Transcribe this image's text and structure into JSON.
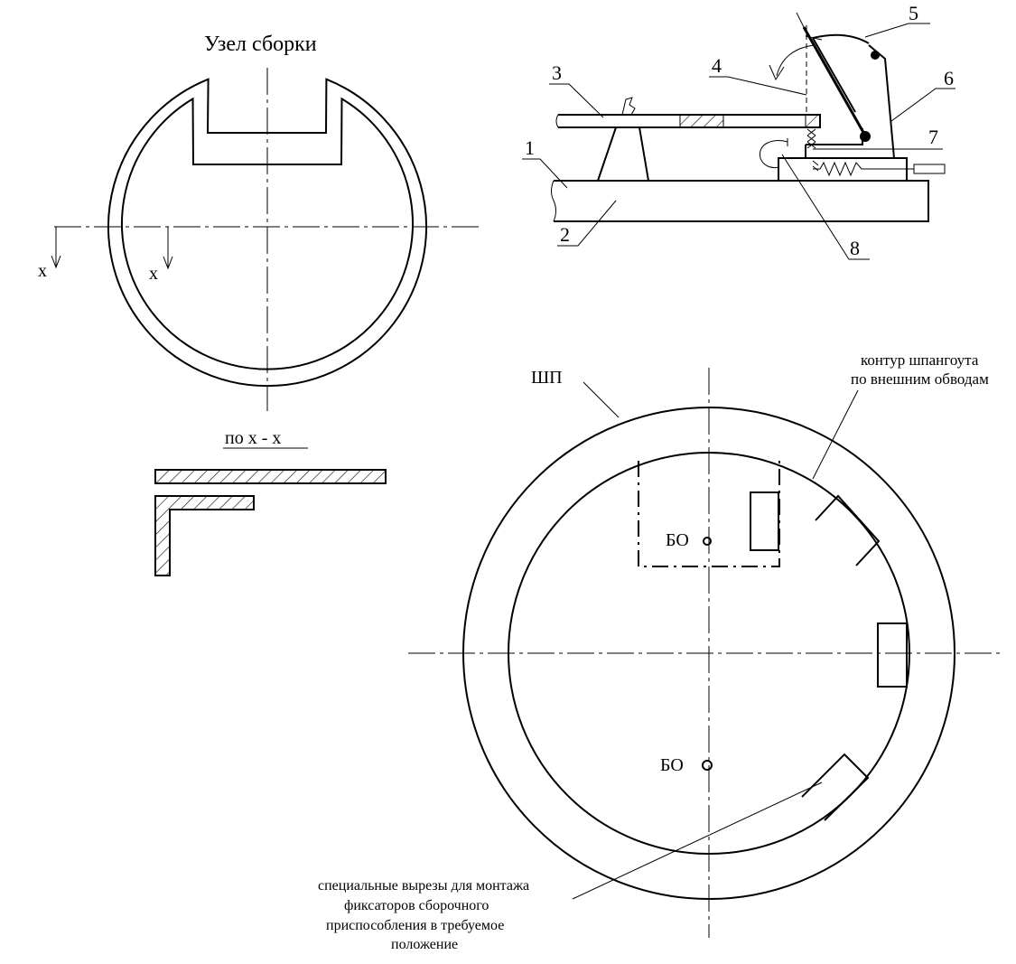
{
  "assembly_view": {
    "title": "Узел сборки",
    "section_mark_left": "х",
    "section_mark_right": "х"
  },
  "section_view": {
    "title": "по  х - х"
  },
  "fixture": {
    "callouts": [
      "1",
      "2",
      "3",
      "4",
      "5",
      "6",
      "7",
      "8"
    ]
  },
  "frame_plate": {
    "label": "ШП",
    "contour_label_line1": "контур шпангоута",
    "contour_label_line2": "по внешним обводам",
    "base_hole_top": "БО",
    "base_hole_bottom": "БО",
    "cutouts_note_line1": "специальные вырезы для монтажа",
    "cutouts_note_line2": "фиксаторов сборочного",
    "cutouts_note_line3": "приспособления в требуемое",
    "cutouts_note_line4": "положение"
  }
}
